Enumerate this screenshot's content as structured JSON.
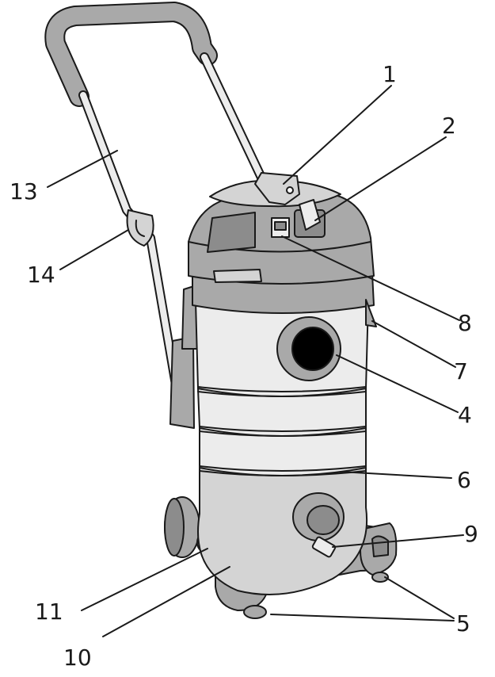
{
  "colors": {
    "outline": "#1a1a1a",
    "body_light": "#ececec",
    "body_mid": "#d4d4d4",
    "plastic_grey": "#a9a9a9",
    "plastic_dark": "#8c8c8c",
    "hole_black": "#000000"
  },
  "callouts": [
    {
      "id": "c1",
      "text": "1"
    },
    {
      "id": "c2",
      "text": "2"
    },
    {
      "id": "c8",
      "text": "8"
    },
    {
      "id": "c7",
      "text": "7"
    },
    {
      "id": "c4",
      "text": "4"
    },
    {
      "id": "c6",
      "text": "6"
    },
    {
      "id": "c9",
      "text": "9"
    },
    {
      "id": "c5",
      "text": "5"
    },
    {
      "id": "c11",
      "text": "11"
    },
    {
      "id": "c10",
      "text": "10"
    },
    {
      "id": "c13",
      "text": "13"
    },
    {
      "id": "c14",
      "text": "14"
    }
  ]
}
